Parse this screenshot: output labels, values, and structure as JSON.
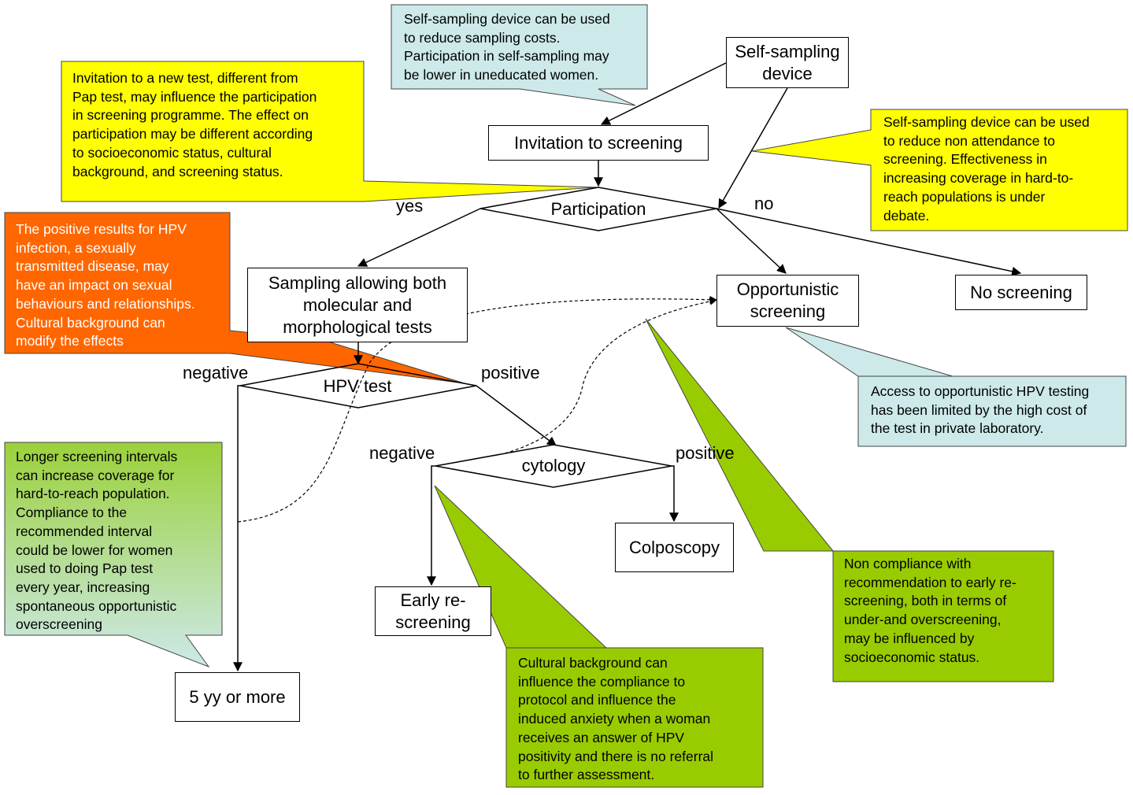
{
  "nodes": {
    "self_sampling": "Self-sampling device",
    "invitation": "Invitation to screening",
    "participation": "Participation",
    "sampling": "Sampling allowing both molecular and morphological tests",
    "opportunistic": "Opportunistic screening",
    "no_screening": "No screening",
    "hpv_test": "HPV test",
    "cytology": "cytology",
    "colposcopy": "Colposcopy",
    "early_rescreening": "Early re-screening",
    "five_yy": "5 yy or more"
  },
  "edge_labels": {
    "yes": "yes",
    "no": "no",
    "hpv_negative": "negative",
    "hpv_positive": "positive",
    "cyto_negative": "negative",
    "cyto_positive": "positive"
  },
  "callouts": {
    "self_sampling_costs": [
      "Self-sampling device can be used",
      "to reduce sampling costs.",
      "Participation in self-sampling may",
      "be lower in uneducated women."
    ],
    "invitation_effect": [
      "Invitation to a new test, different from",
      "Pap test, may influence the participation",
      "in screening programme. The effect on",
      "participation may be different according",
      "to socioeconomic status, cultural",
      "background, and screening status."
    ],
    "non_attendance": [
      "Self-sampling device can be used",
      "to reduce non attendance to",
      "screening. Effectiveness in",
      "increasing coverage in hard-to-",
      "reach populations is under",
      "debate."
    ],
    "hpv_positive_impact": [
      "The positive results for HPV",
      "infection, a sexually",
      "transmitted disease, may",
      "have an impact on sexual",
      "behaviours and relationships.",
      "Cultural background can",
      "modify the effects"
    ],
    "opportunistic_cost": [
      "Access to opportunistic HPV testing",
      "has been limited by the high cost of",
      "the test in private laboratory."
    ],
    "longer_intervals": [
      "Longer screening intervals",
      "can increase coverage for",
      "hard-to-reach population.",
      "Compliance to the",
      "recommended interval",
      "could be lower for women",
      "used to doing Pap test",
      "every year, increasing",
      "spontaneous opportunistic",
      "overscreening"
    ],
    "cultural_background": [
      "Cultural background can",
      "influence the compliance to",
      "protocol and influence the",
      "induced anxiety when a woman",
      "receives an answer of HPV",
      "positivity and there is no referral",
      "to further assessment."
    ],
    "non_compliance": [
      "Non compliance with",
      "recommendation to early re-",
      "screening, both in terms of",
      "under-and overscreening,",
      "may be influenced by",
      "socioeconomic status."
    ]
  },
  "colors": {
    "yellow": "#ffff00",
    "light_blue": "#cde9ea",
    "orange": "#ff6600",
    "green": "#99cc00",
    "gradient_top": "#9bd13a",
    "gradient_bottom": "#cde9ea"
  }
}
